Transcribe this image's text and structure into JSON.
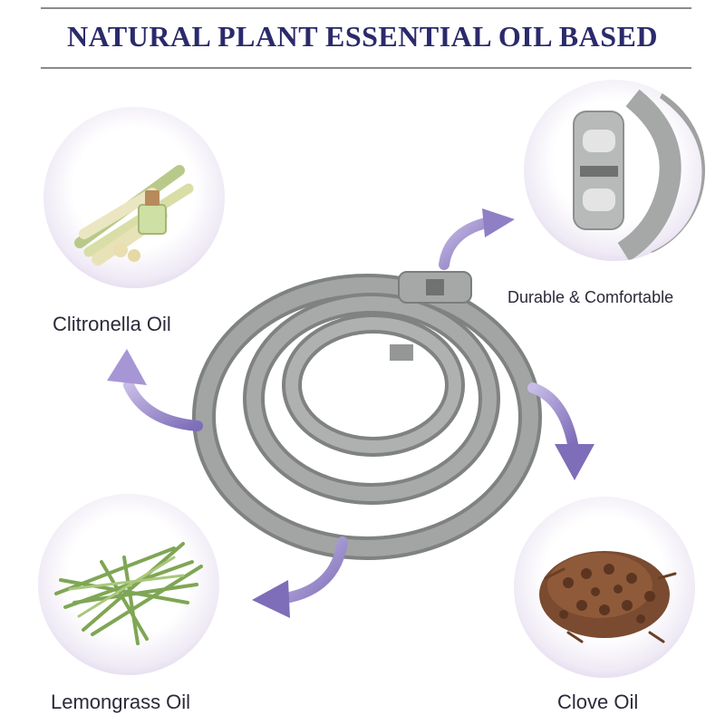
{
  "header": {
    "title": "NATURAL PLANT ESSENTIAL OIL BASED"
  },
  "features": {
    "citronella": {
      "label": "Clitronella Oil",
      "icon": "lemongrass-bottle-icon"
    },
    "durable": {
      "label": "Durable & Comfortable",
      "icon": "buckle-clasp-icon"
    },
    "lemongrass": {
      "label": "Lemongrass Oil",
      "icon": "grass-stalks-icon"
    },
    "clove": {
      "label": "Clove Oil",
      "icon": "clove-pile-icon"
    }
  },
  "colors": {
    "title": "#2b2a6b",
    "arrow": "#8f7fc4",
    "band": "#9a9d9b",
    "circle_tint": "#d9cde9"
  }
}
